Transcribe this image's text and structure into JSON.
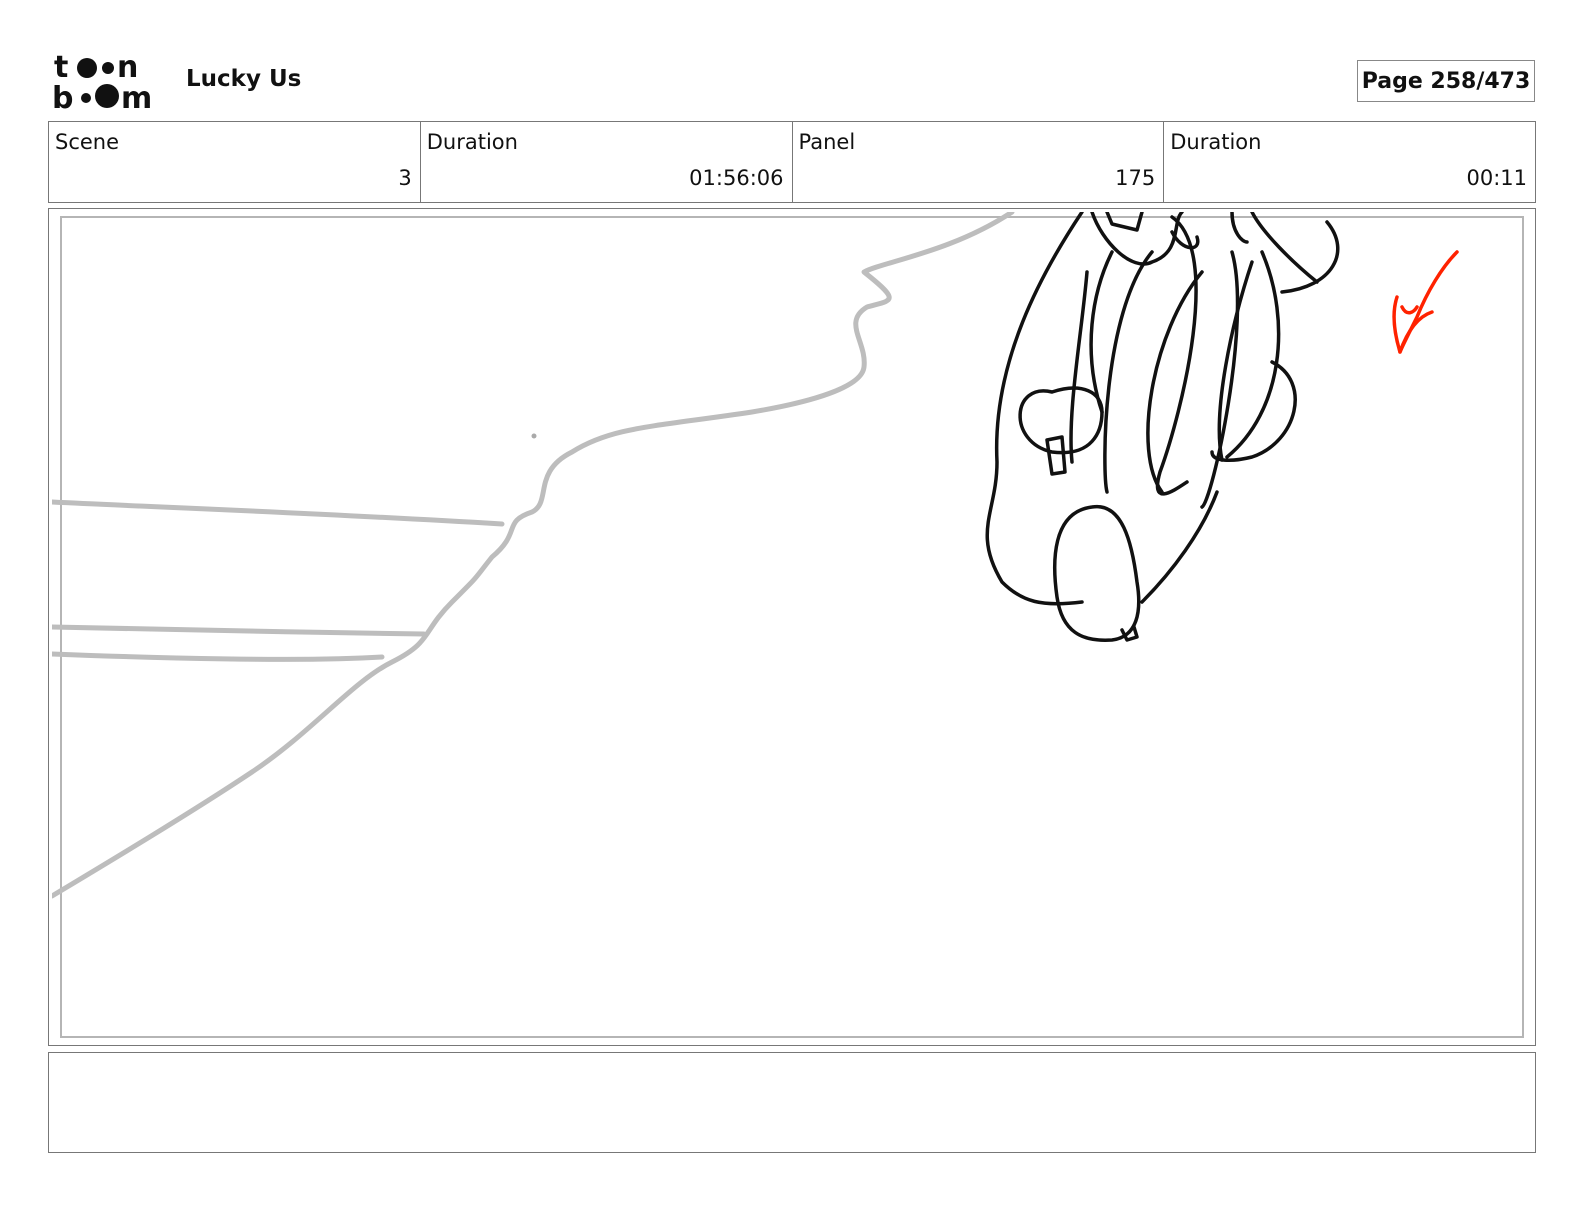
{
  "header": {
    "logo": {
      "line1": "toon",
      "line2": "boom"
    },
    "project_title": "Lucky Us",
    "page_counter": "Page 258/473"
  },
  "info": {
    "scene_label": "Scene",
    "scene_value": "3",
    "scene_duration_label": "Duration",
    "scene_duration_value": "01:56:06",
    "panel_label": "Panel",
    "panel_value": "175",
    "panel_duration_label": "Duration",
    "panel_duration_value": "00:11"
  },
  "colors": {
    "background_sketch": "#bdbdbd",
    "character_sketch": "#111111",
    "annotation_arrow": "#ff2200"
  },
  "notes": ""
}
